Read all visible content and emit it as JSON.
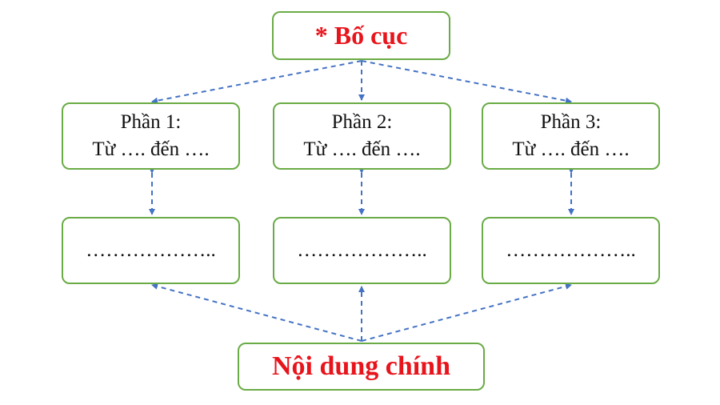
{
  "top_box": {
    "label": "* Bố cục"
  },
  "parts": [
    {
      "title": "Phần 1:",
      "range": "Từ …. đến …."
    },
    {
      "title": "Phần 2:",
      "range": "Từ …. đến …."
    },
    {
      "title": "Phần 3:",
      "range": "Từ …. đến …."
    }
  ],
  "contents": [
    {
      "value": "……………….."
    },
    {
      "value": "……………….."
    },
    {
      "value": "……………….."
    }
  ],
  "bottom_box": {
    "label": "Nội dung chính"
  },
  "colors": {
    "box_border": "#6aab45",
    "arrow": "#4472c4",
    "title_text": "#e8141c"
  }
}
